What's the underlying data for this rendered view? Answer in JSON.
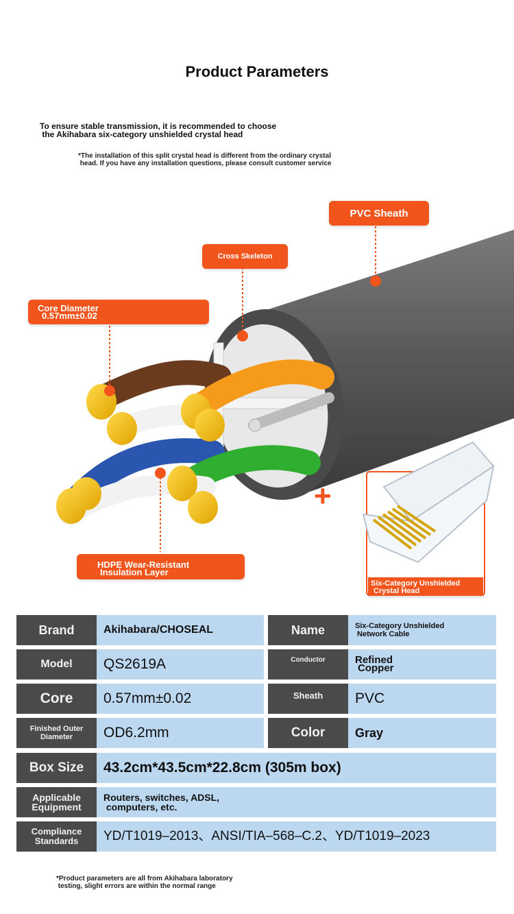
{
  "header": {
    "title": "Product Parameters",
    "intro_line1": "To ensure stable transmission, it is recommended to choose",
    "intro_line2": " the Akihabara six-category unshielded crystal head",
    "note_line1": "*The installation of this split crystal head is different from the ordinary crystal",
    "note_line2": " head. If you have any installation questions, please consult customer service"
  },
  "callouts": {
    "pvc_sheath": "PVC Sheath",
    "cross_skeleton": "Cross Skeleton",
    "core_diameter_line1": "Core Diameter",
    "core_diameter_line2": "0.57mm±0.02",
    "hdpe_line1": "HDPE Wear-Resistant",
    "hdpe_line2": "Insulation Layer",
    "crystal_head_line1": "Six-Category Unshielded",
    "crystal_head_line2": "Crystal Head",
    "plus": "+"
  },
  "colors": {
    "accent_orange": "#f2551c",
    "label_gray": "#4a4a4a",
    "value_blue": "#bcd7f0",
    "cable_gray": "#5c5c5c"
  },
  "params": {
    "brand_label": "Brand",
    "brand_value": "Akihabara/CHOSEAL",
    "name_label": "Name",
    "name_value_line1": "Six-Category Unshielded",
    "name_value_line2": " Network Cable",
    "model_label": "Model",
    "model_value": "QS2619A",
    "conductor_label": "Conductor",
    "conductor_value_line1": "Refined",
    "conductor_value_line2": "Copper",
    "core_label": "Core",
    "core_value": "0.57mm±0.02",
    "sheath_label": "Sheath",
    "sheath_value": "PVC",
    "od_label_line1": "Finished Outer",
    "od_label_line2": "Diameter",
    "od_value": "OD6.2mm",
    "color_label": "Color",
    "color_value": "Gray",
    "box_label": "Box Size",
    "box_value": "43.2cm*43.5cm*22.8cm (305m box)",
    "equipment_label_line1": "Applicable",
    "equipment_label_line2": "Equipment",
    "equipment_value_line1": "Routers, switches, ADSL,",
    "equipment_value_line2": " computers, etc.",
    "compliance_label_line1": "Compliance",
    "compliance_label_line2": "Standards",
    "compliance_value": "YD/T1019–2013、ANSI/TIA–568–C.2、YD/T1019–2023"
  },
  "footer": {
    "line1": "*Product parameters are all from Akihabara laboratory",
    "line2": " testing, slight errors are within the normal range"
  }
}
